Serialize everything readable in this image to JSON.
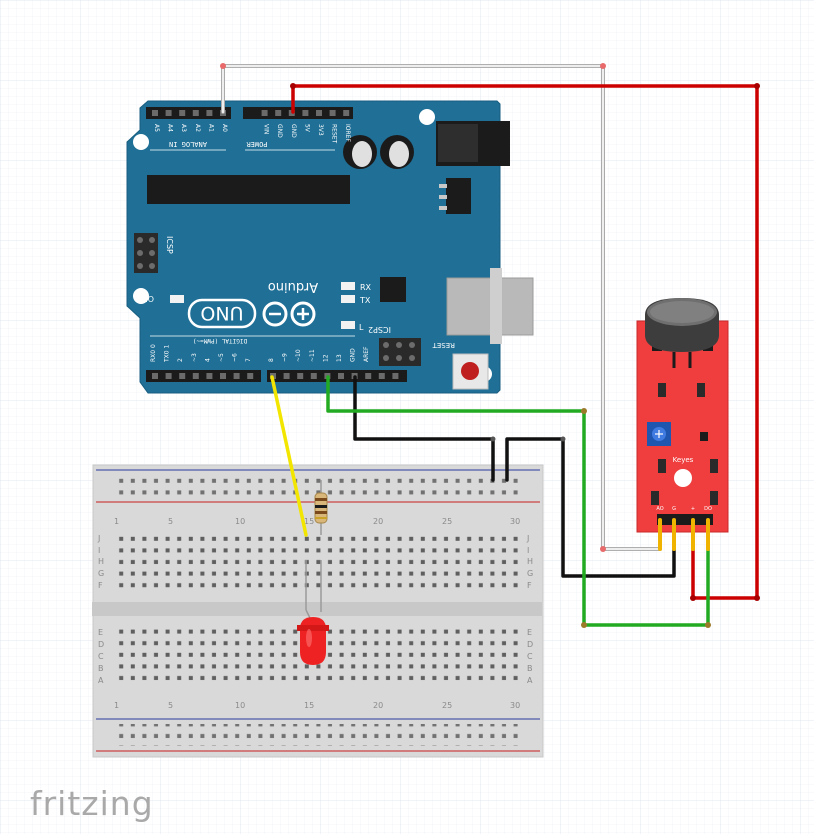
{
  "arduino": {
    "logo_text": "UNO",
    "brand": "Arduino",
    "header_analog": "ANALOG IN",
    "header_power": "POWER",
    "header_digital": "DIGITAL (PWM=~)",
    "icsp": "ICSP",
    "icsp2": "ICSP2",
    "reset": "RESET",
    "led_on": "ON",
    "led_rx": "RX",
    "led_tx": "TX",
    "led_l": "L",
    "analog_pins": [
      "A5",
      "A4",
      "A3",
      "A2",
      "A1",
      "A0"
    ],
    "power_pins": [
      "VIN",
      "GND",
      "GND",
      "5V",
      "3V3",
      "RESET",
      "IOREF"
    ],
    "digital_pins": [
      "RX0 0",
      "TX0 1",
      "2",
      "~3",
      "4",
      "~5",
      "~6",
      "7",
      "8",
      "~9",
      "~10",
      "~11",
      "12",
      "13",
      "GND",
      "AREF"
    ]
  },
  "sensor": {
    "label": "Keyes",
    "pins": [
      "AO",
      "G",
      "+",
      "DO"
    ]
  },
  "breadboard": {
    "col_numbers": [
      "1",
      "5",
      "10",
      "15",
      "20",
      "25",
      "30"
    ],
    "row_letters_top": [
      "J",
      "I",
      "H",
      "G",
      "F"
    ],
    "row_letters_bottom": [
      "E",
      "D",
      "C",
      "B",
      "A"
    ]
  },
  "watermark": "fritzing",
  "colors": {
    "board": "#1f6f96",
    "wire_red": "#cc0000",
    "wire_black": "#111111",
    "wire_green": "#22aa22",
    "wire_yellow": "#f2e600",
    "wire_white": "#e8e8e8",
    "sensor_red": "#f03e3e",
    "led_red": "#ee2222"
  }
}
